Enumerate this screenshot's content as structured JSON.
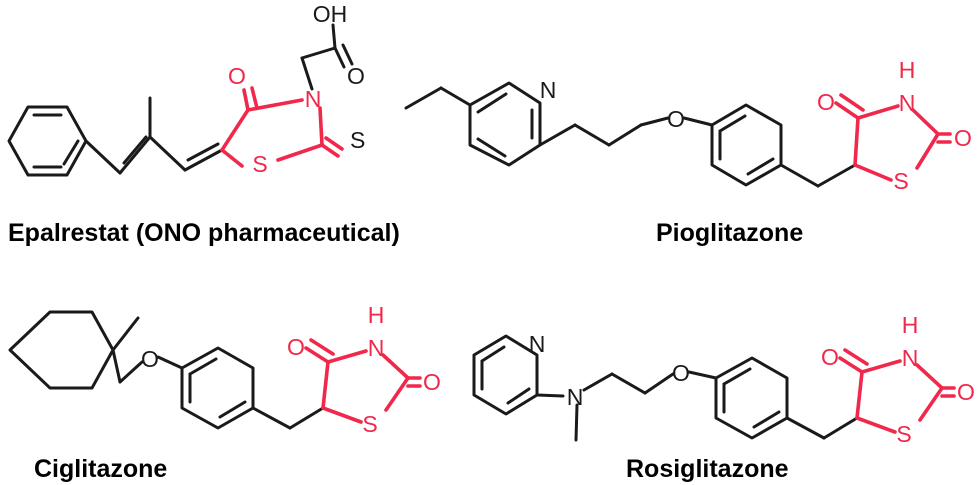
{
  "colors": {
    "bond": "#1a1a1a",
    "highlight": "#f0284b",
    "background": "#ffffff"
  },
  "atoms": {
    "O": "O",
    "OH": "OH",
    "N": "N",
    "H": "H",
    "S": "S"
  },
  "compounds": [
    {
      "name": "Epalrestat (ONO pharmaceutical)"
    },
    {
      "name": "Pioglitazone"
    },
    {
      "name": "Ciglitazone"
    },
    {
      "name": "Rosiglitazone"
    }
  ]
}
